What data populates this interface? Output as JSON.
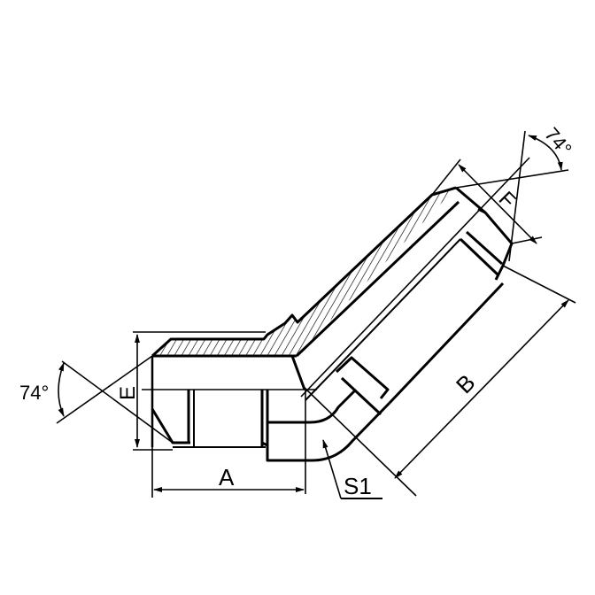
{
  "drawing": {
    "title": "45° elbow fitting technical drawing",
    "stroke_color": "#000000",
    "background": "#ffffff"
  },
  "labels": {
    "angle_left": "74°",
    "angle_right": "74°",
    "dim_a": "A",
    "dim_b": "B",
    "dim_e": "E",
    "dim_f": "F",
    "dim_s1": "S1"
  }
}
